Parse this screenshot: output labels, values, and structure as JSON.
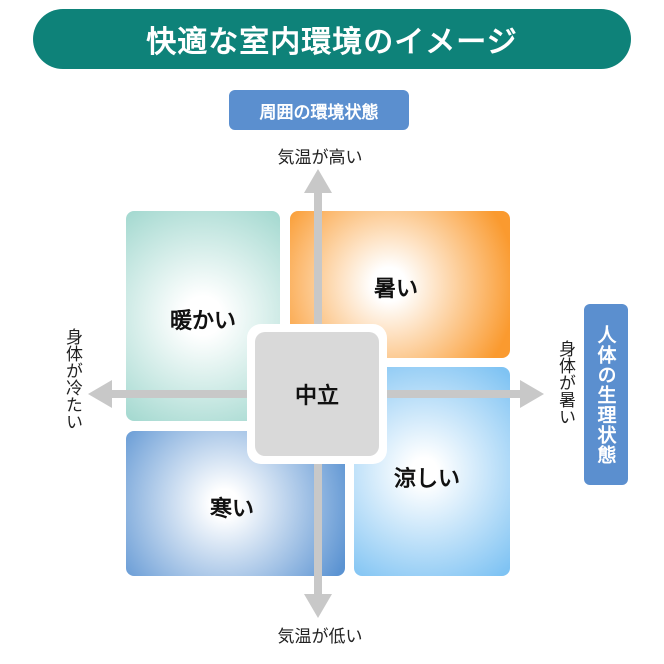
{
  "title": "快適な室内環境のイメージ",
  "tags": {
    "surrounding": "周囲の環境状態",
    "body_state": "人体の生理状態"
  },
  "axis": {
    "top": "気温が高い",
    "bottom": "気温が低い",
    "left": "身体が冷たい",
    "right": "身体が暑い"
  },
  "quadrants": {
    "warm": "暖かい",
    "hot": "暑い",
    "cool": "涼しい",
    "cold": "寒い",
    "neutral": "中立"
  },
  "colors": {
    "title_bg": "#0e8279",
    "tag_bg": "#5b8fcf",
    "warm": "#a2d8cf",
    "hot": "#fa9a2f",
    "cool": "#7fc3f3",
    "cold": "#5b93d2",
    "neutral": "#d9d9d9",
    "axis": "#c8c8c8"
  }
}
